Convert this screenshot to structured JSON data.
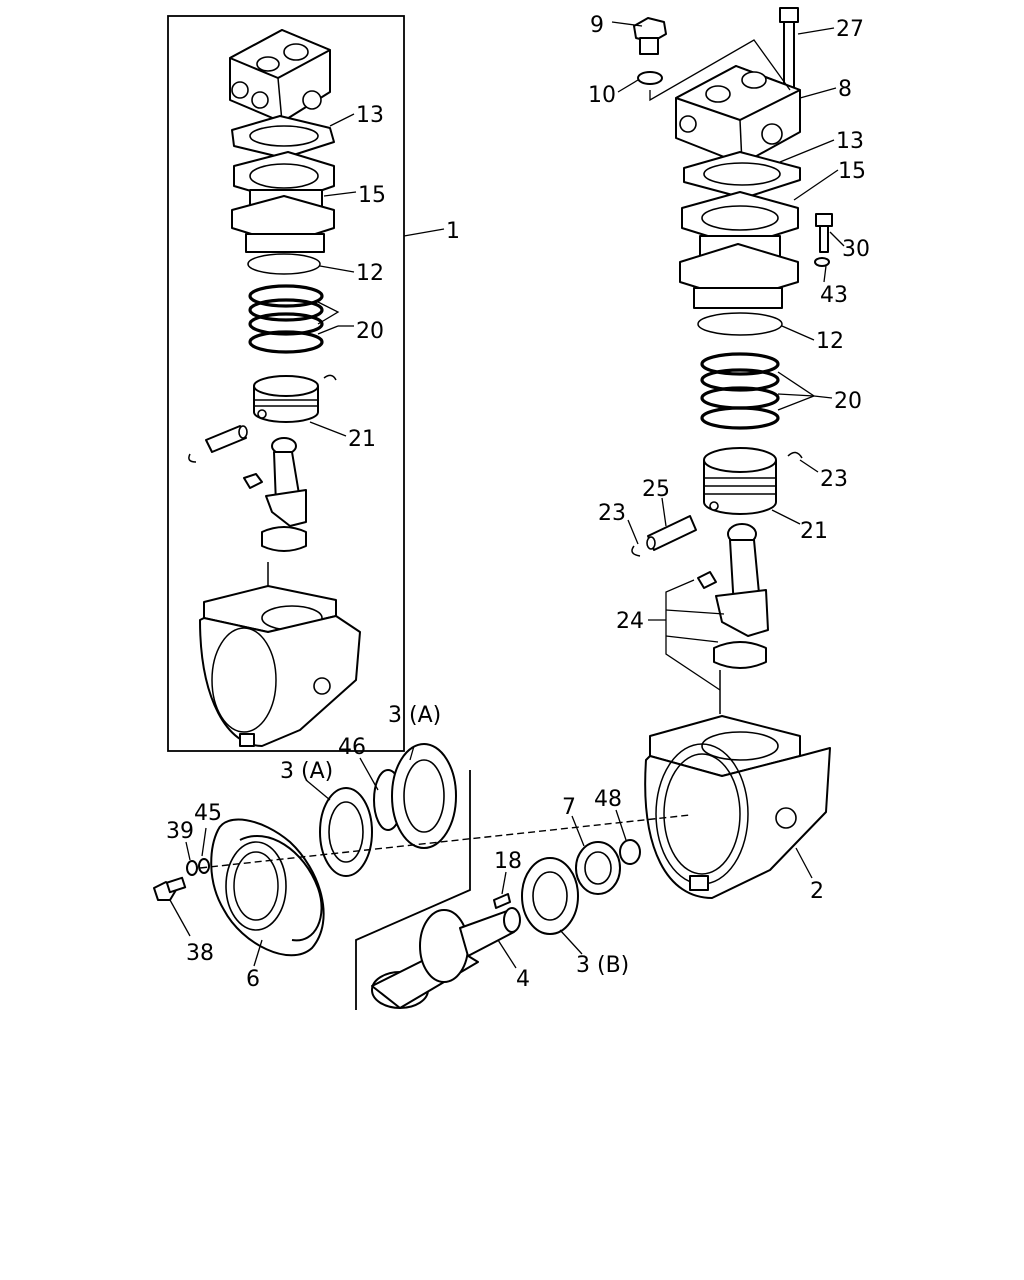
{
  "labels": {
    "l1": "1",
    "l2": "2",
    "l3a_1": "3 (A)",
    "l3a_2": "3 (A)",
    "l3b": "3 (B)",
    "l4": "4",
    "l6": "6",
    "l7": "7",
    "l8": "8",
    "l9": "9",
    "l10": "10",
    "l12_left": "12",
    "l12_right": "12",
    "l13_left": "13",
    "l13_right": "13",
    "l15_left": "15",
    "l15_right": "15",
    "l18": "18",
    "l20_left": "20",
    "l20_right": "20",
    "l21_left": "21",
    "l21_right": "21",
    "l23_a": "23",
    "l23_b": "23",
    "l24": "24",
    "l25": "25",
    "l27": "27",
    "l30": "30",
    "l38": "38",
    "l39": "39",
    "l43": "43",
    "l45": "45",
    "l46": "46",
    "l48": "48"
  }
}
